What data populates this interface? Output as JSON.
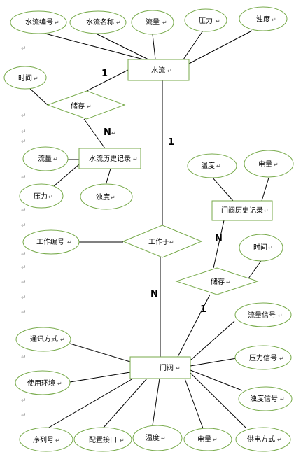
{
  "entities": {
    "water_flow": "水流",
    "water_history": "水流历史记录",
    "valve_history": "门阀历史记录",
    "valve": "门阀"
  },
  "relationships": {
    "store_top": "储存",
    "work_in": "工作于",
    "store_right": "储存"
  },
  "attributes": {
    "water_id": "水流编号",
    "water_name": "水流名称",
    "flow": "流量",
    "pressure": "压力",
    "turbidity": "浊度",
    "time_left": "时间",
    "hist_flow": "流量",
    "hist_pressure": "压力",
    "hist_turbidity": "浊度",
    "valve_temp": "温度",
    "valve_power": "电量",
    "work_id": "工作编号",
    "time_right": "时间",
    "comm_mode": "通讯方式",
    "usage_env": "使用环境",
    "serial_no": "序列号",
    "config_port": "配置接口",
    "temp": "温度",
    "power": "电量",
    "power_supply": "供电方式",
    "flow_signal": "流量信号",
    "pressure_signal": "压力信号",
    "turbidity_signal": "浊度信号"
  },
  "cardinalities": {
    "c1": "1",
    "c2": "N",
    "c3": "1",
    "c4": "N",
    "c5": "N",
    "c6": "1"
  },
  "marks": {
    "edit_mark": "↵",
    "para_mark": "↵"
  },
  "colors": {
    "ellipse_stroke": "#77aa4a",
    "line": "#000000"
  }
}
